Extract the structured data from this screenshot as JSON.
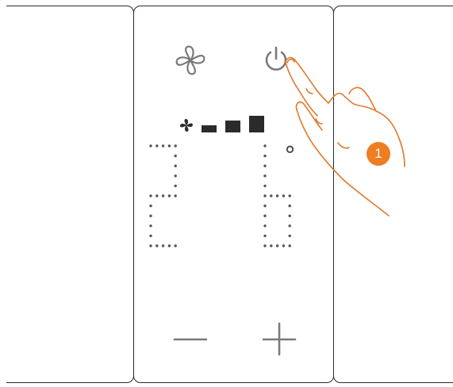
{
  "display": {
    "temperature_digits": [
      "2",
      "6"
    ],
    "degree_symbol": "°",
    "fan_speed_level": 3,
    "fan_speed_max": 3
  },
  "callout": {
    "label": "1"
  },
  "icons": {
    "fan": "fan-icon",
    "power": "power-icon",
    "fan_small": "fan-small-icon",
    "minus": "minus-icon",
    "plus": "plus-icon",
    "hand": "pointing-hand"
  },
  "colors": {
    "outline": "#2b2b2b",
    "icon_gray": "#7a7a7a",
    "dot_gray": "#555555",
    "callout": "#ef7d22",
    "hand_line": "#e07a2c"
  }
}
